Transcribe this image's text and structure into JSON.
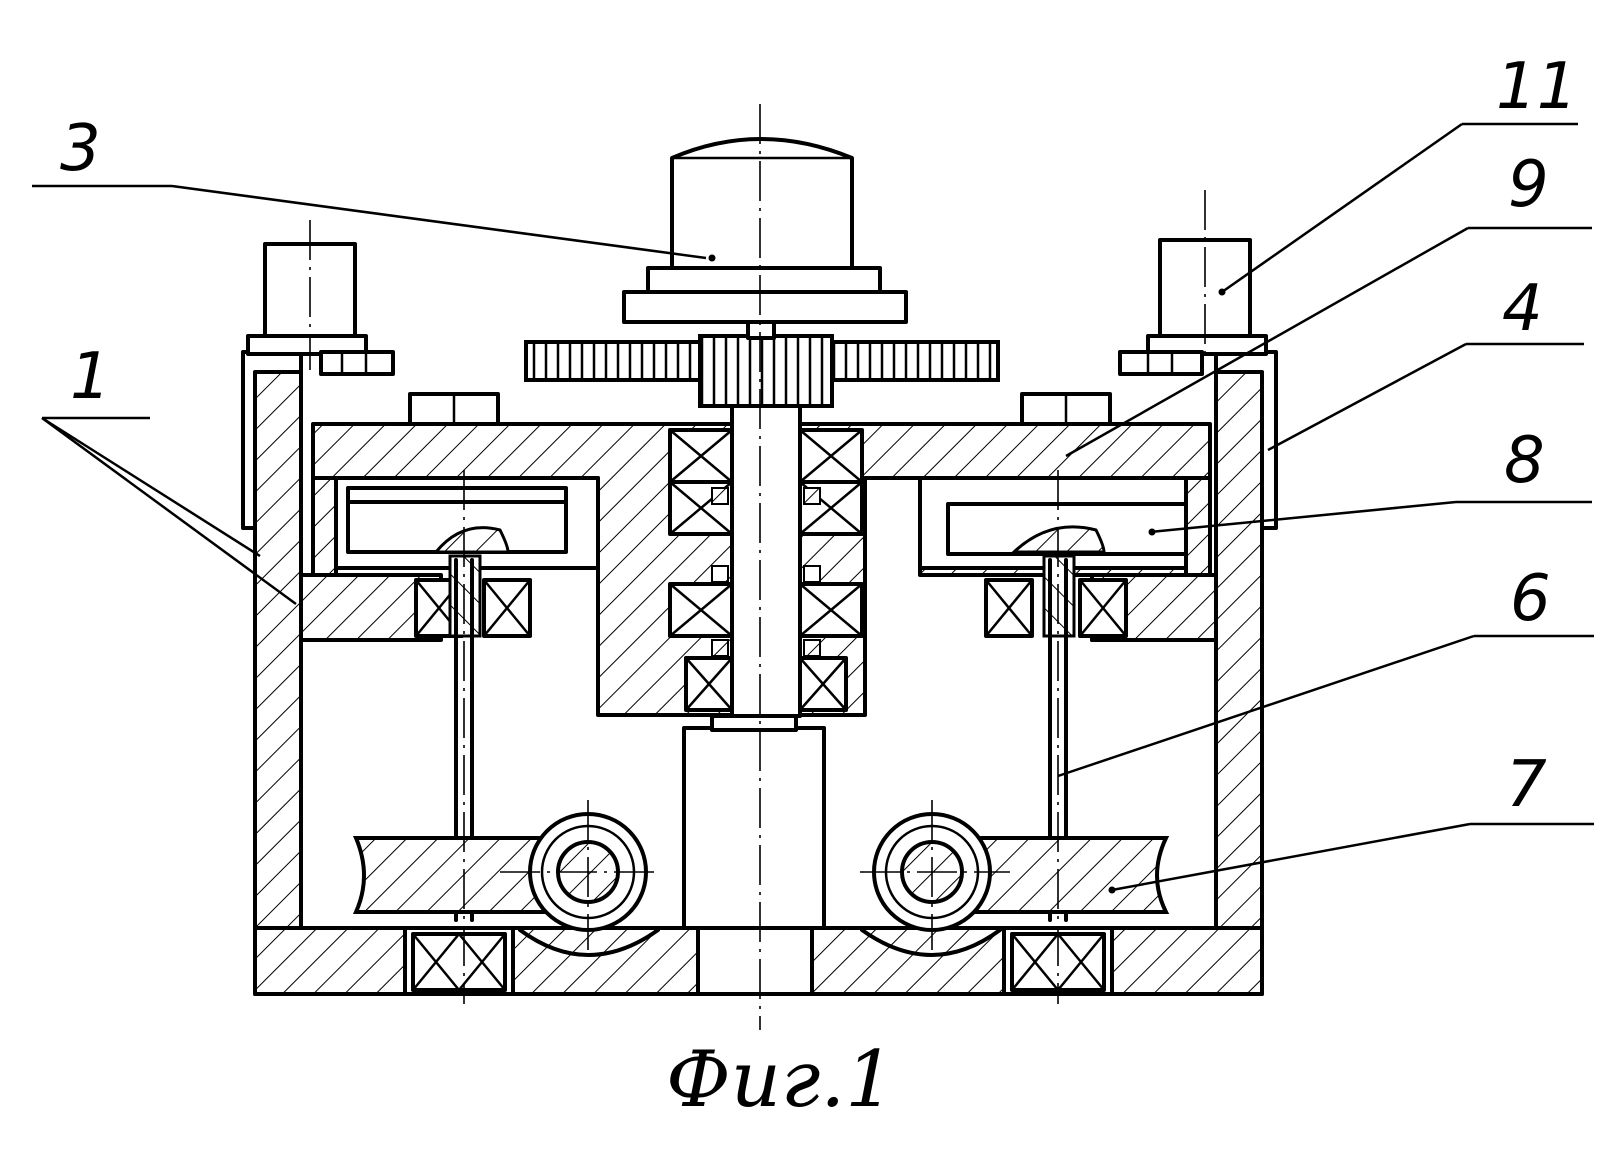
{
  "figure": {
    "caption": "Фиг.1"
  },
  "reference_numerals": [
    {
      "id": "1",
      "label": "1"
    },
    {
      "id": "3",
      "label": "3"
    },
    {
      "id": "4",
      "label": "4"
    },
    {
      "id": "6",
      "label": "6"
    },
    {
      "id": "7",
      "label": "7"
    },
    {
      "id": "8",
      "label": "8"
    },
    {
      "id": "9",
      "label": "9"
    },
    {
      "id": "11",
      "label": "11"
    }
  ]
}
